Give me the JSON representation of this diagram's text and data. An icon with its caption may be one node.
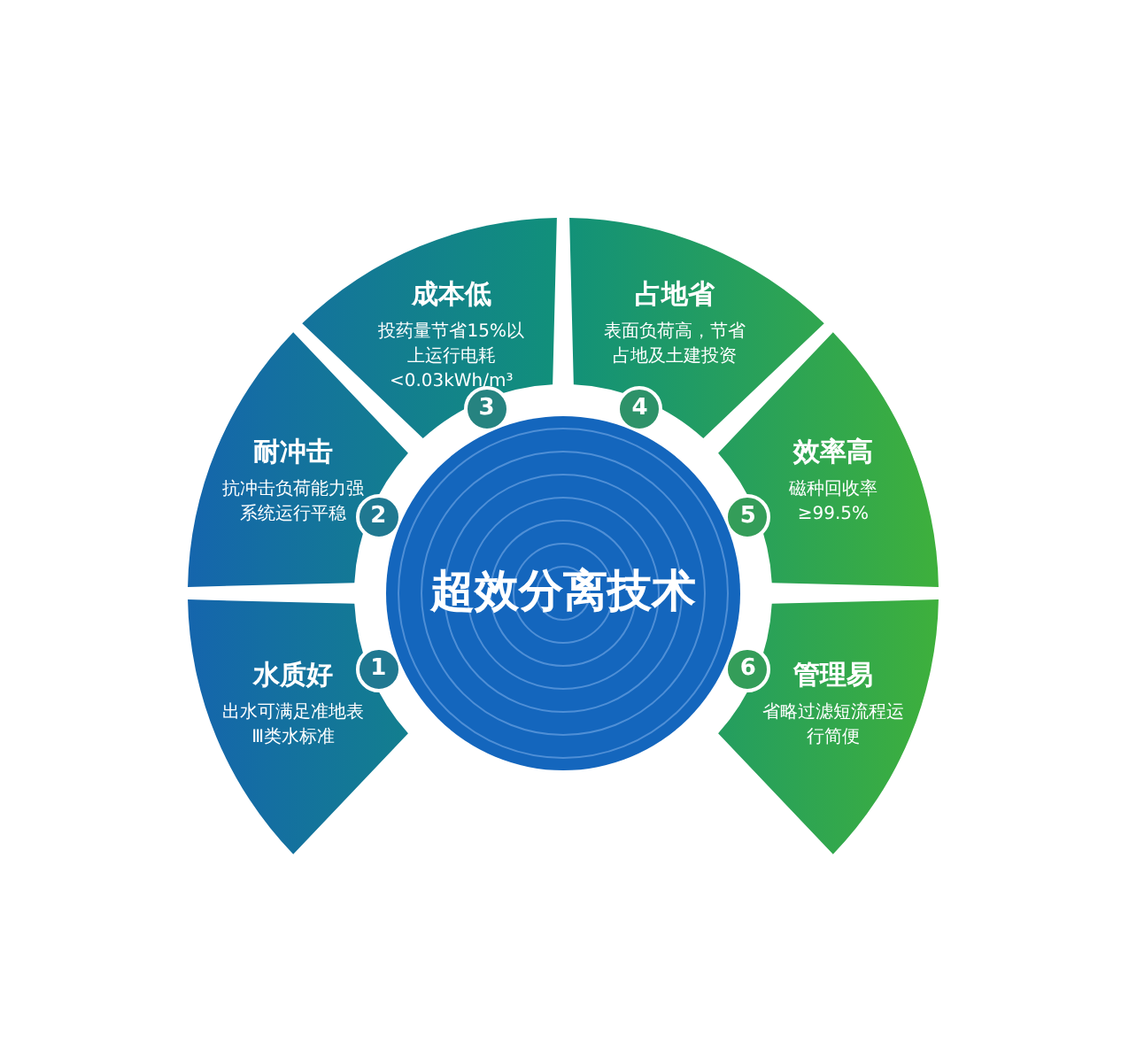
{
  "diagram": {
    "nodes": [
      {
        "text": [
          "超效分离技术"
        ]
      },
      {
        "text": [
          "水质好",
          "出水可满足准地表Ⅲ类水标准"
        ]
      },
      {
        "text": [
          "1"
        ]
      },
      {
        "text": [
          "耐冲击",
          "抗冲击负荷能力强系统运行平稳"
        ]
      },
      {
        "text": [
          "2"
        ]
      },
      {
        "text": [
          "成本低",
          "投药量节省15%以上运行电耗<0.03kWh/m³"
        ]
      },
      {
        "text": [
          "3"
        ]
      },
      {
        "text": [
          "占地省",
          "表面负荷高，节省占地及土建投资"
        ]
      },
      {
        "text": [
          "4"
        ]
      },
      {
        "text": [
          "效率高",
          "磁种回收率≥99.5%"
        ]
      },
      {
        "text": [
          "5"
        ]
      },
      {
        "text": [
          "管理易",
          "省略过滤短流程运行简便"
        ]
      },
      {
        "text": [
          "6"
        ]
      }
    ]
  }
}
